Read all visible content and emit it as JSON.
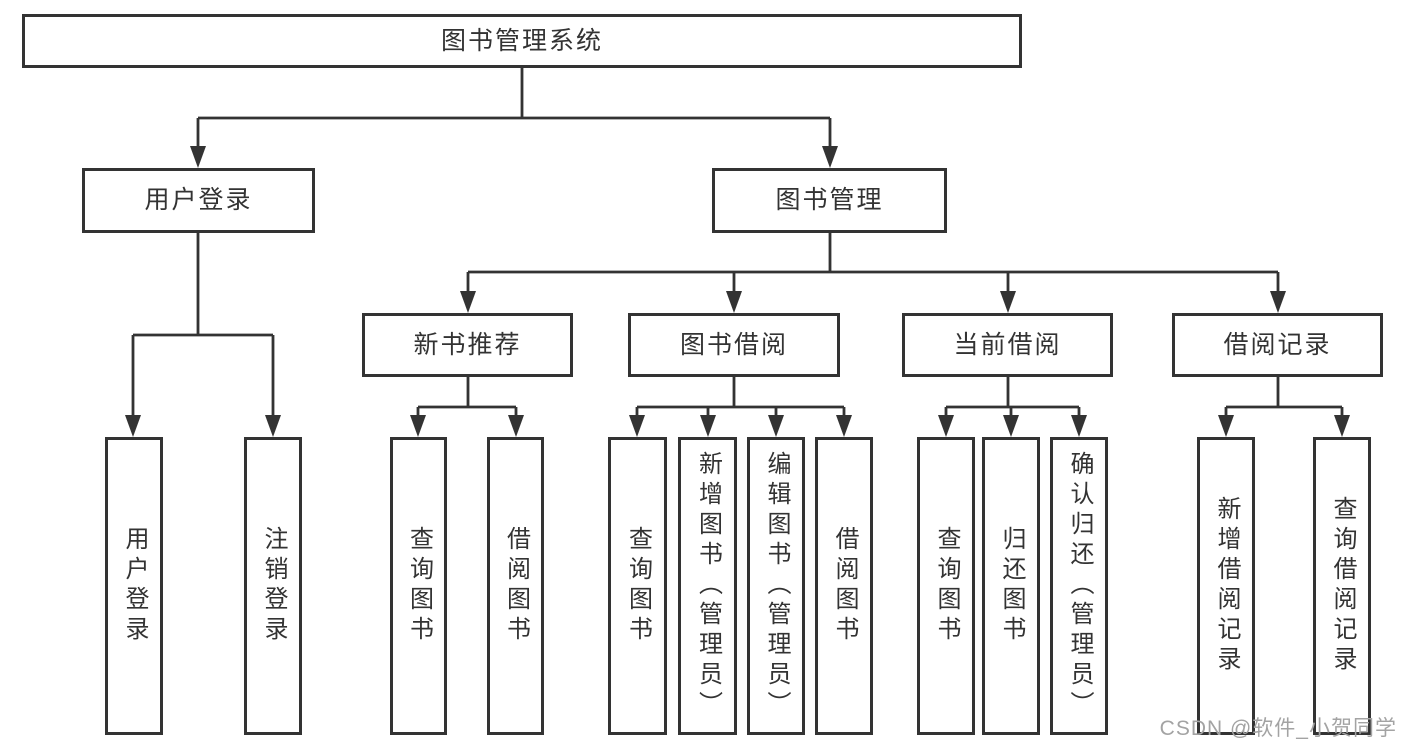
{
  "title": "图书管理系统",
  "branches": {
    "user_login": {
      "label": "用户登录",
      "children": [
        "用户登录",
        "注销登录"
      ]
    },
    "book_mgmt": {
      "label": "图书管理",
      "groups": [
        {
          "label": "新书推荐",
          "children": [
            "查询图书",
            "借阅图书"
          ]
        },
        {
          "label": "图书借阅",
          "children": [
            "查询图书",
            "新增图书（管理员）",
            "编辑图书（管理员）",
            "借阅图书"
          ]
        },
        {
          "label": "当前借阅",
          "children": [
            "查询图书",
            "归还图书",
            "确认归还（管理员）"
          ]
        },
        {
          "label": "借阅记录",
          "children": [
            "新增借阅记录",
            "查询借阅记录"
          ]
        }
      ]
    }
  },
  "watermark": "CSDN @软件_小贺同学",
  "colors": {
    "line": "#333333",
    "text": "#333333",
    "watermark": "#a3a3a3"
  }
}
